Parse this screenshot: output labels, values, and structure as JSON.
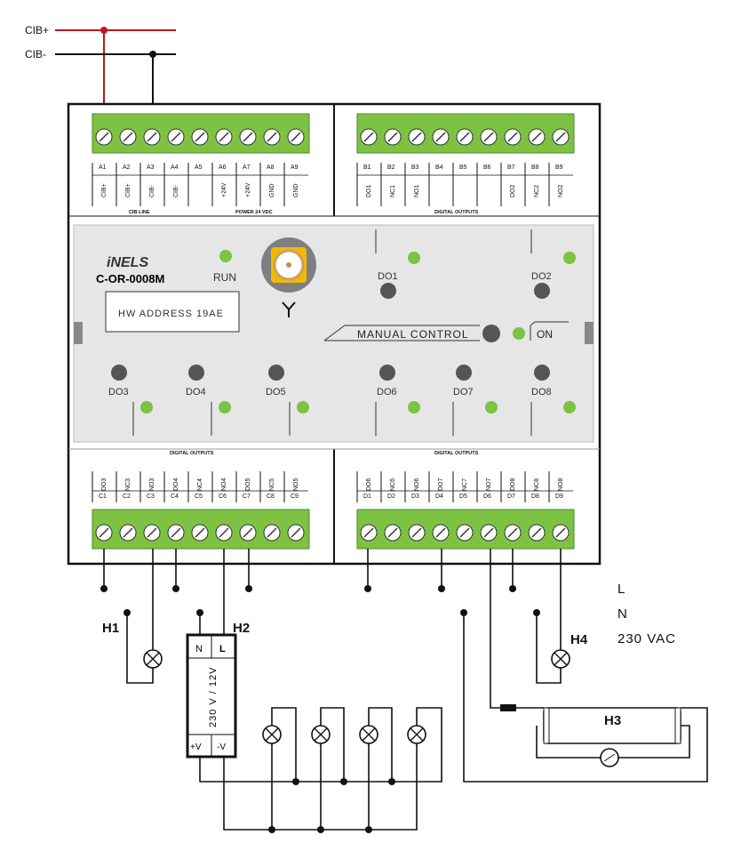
{
  "bus": {
    "cib_plus": "CIB+",
    "cib_minus": "CIB-",
    "cib_plus_color": "#c0141b"
  },
  "module": {
    "brand": "iNELS",
    "model": "C-OR-0008M",
    "hw_address": "HW ADDRESS 19AE",
    "run_label": "RUN",
    "manual_control_label": "MANUAL CONTROL",
    "on_label": "ON",
    "led_color": "#7dc242",
    "top_left": {
      "terminals": [
        "A1",
        "A2",
        "A3",
        "A4",
        "A5",
        "A6",
        "A7",
        "A8",
        "A9"
      ],
      "signals": [
        "CIB+",
        "CIB+",
        "CIB-",
        "CIB-",
        "",
        "+24V",
        "+24V",
        "GND",
        "GND"
      ],
      "group1": "CIB LINE",
      "group2": "POWER 24 VDC"
    },
    "top_right": {
      "terminals": [
        "B1",
        "B2",
        "B3",
        "B4",
        "B5",
        "B6",
        "B7",
        "B8",
        "B9"
      ],
      "signals": [
        "DO1",
        "NC1",
        "NO1",
        "",
        "",
        "",
        "DO2",
        "NC2",
        "NO2"
      ],
      "group": "DIGITAL OUTPUTS"
    },
    "bottom_left": {
      "terminals": [
        "C1",
        "C2",
        "C3",
        "C4",
        "C5",
        "C6",
        "C7",
        "C8",
        "C9"
      ],
      "signals": [
        "DO3",
        "NC3",
        "NO3",
        "DO4",
        "NC4",
        "NO4",
        "DO5",
        "NC5",
        "NO5"
      ],
      "group": "DIGITAL OUTPUTS"
    },
    "bottom_right": {
      "terminals": [
        "D1",
        "D2",
        "D3",
        "D4",
        "D5",
        "D6",
        "D7",
        "D8",
        "D9"
      ],
      "signals": [
        "DO6",
        "NC6",
        "NO6",
        "DO7",
        "NC7",
        "NO7",
        "DO8",
        "NC8",
        "NO8"
      ],
      "group": "DIGITAL OUTPUTS"
    },
    "outputs_top": [
      "DO1",
      "DO2"
    ],
    "outputs_bottom": [
      "DO3",
      "DO4",
      "DO5",
      "DO6",
      "DO7",
      "DO8"
    ]
  },
  "loads": {
    "h1": "H1",
    "h2": "H2",
    "h3": "H3",
    "h4": "H4",
    "psu_n": "N",
    "psu_l": "L",
    "psu_rating": "230 V / 12V",
    "psu_plus": "+V",
    "psu_minus": "-V"
  },
  "supply": {
    "l": "L",
    "n": "N",
    "voltage": "230 VAC"
  }
}
